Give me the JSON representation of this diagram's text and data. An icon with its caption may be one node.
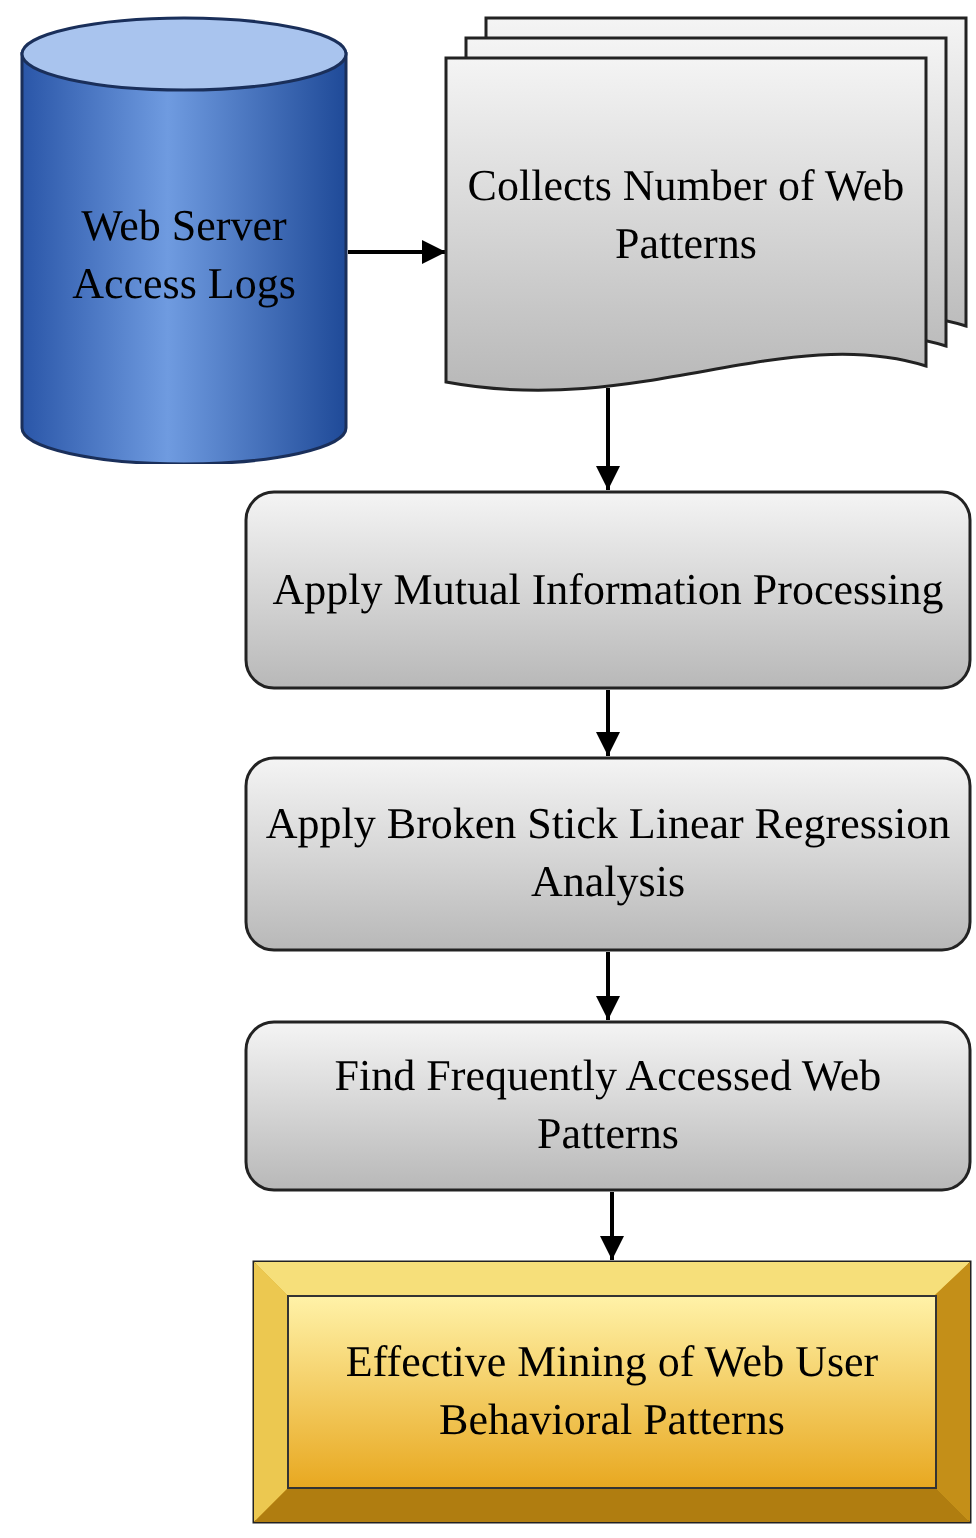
{
  "diagram": {
    "nodes": [
      {
        "text": [
          "Web Server Access Logs"
        ]
      },
      {
        "text": [
          "Collects Number of Web Patterns"
        ]
      },
      {
        "text": [
          "Apply Mutual Information Processing"
        ]
      },
      {
        "text": [
          "Apply Broken Stick Linear Regression Analysis"
        ]
      },
      {
        "text": [
          "Find Frequently Accessed Web Patterns"
        ]
      },
      {
        "text": [
          "Effective Mining of Web User Behavioral Patterns"
        ]
      }
    ],
    "edges": [
      {
        "from": 0,
        "to": 1,
        "arrow": "to"
      },
      {
        "from": 1,
        "to": 2,
        "arrow": "to"
      },
      {
        "from": 2,
        "to": 3,
        "arrow": "to"
      },
      {
        "from": 3,
        "to": 4,
        "arrow": "to"
      },
      {
        "from": 4,
        "to": 5,
        "arrow": "to"
      }
    ]
  }
}
